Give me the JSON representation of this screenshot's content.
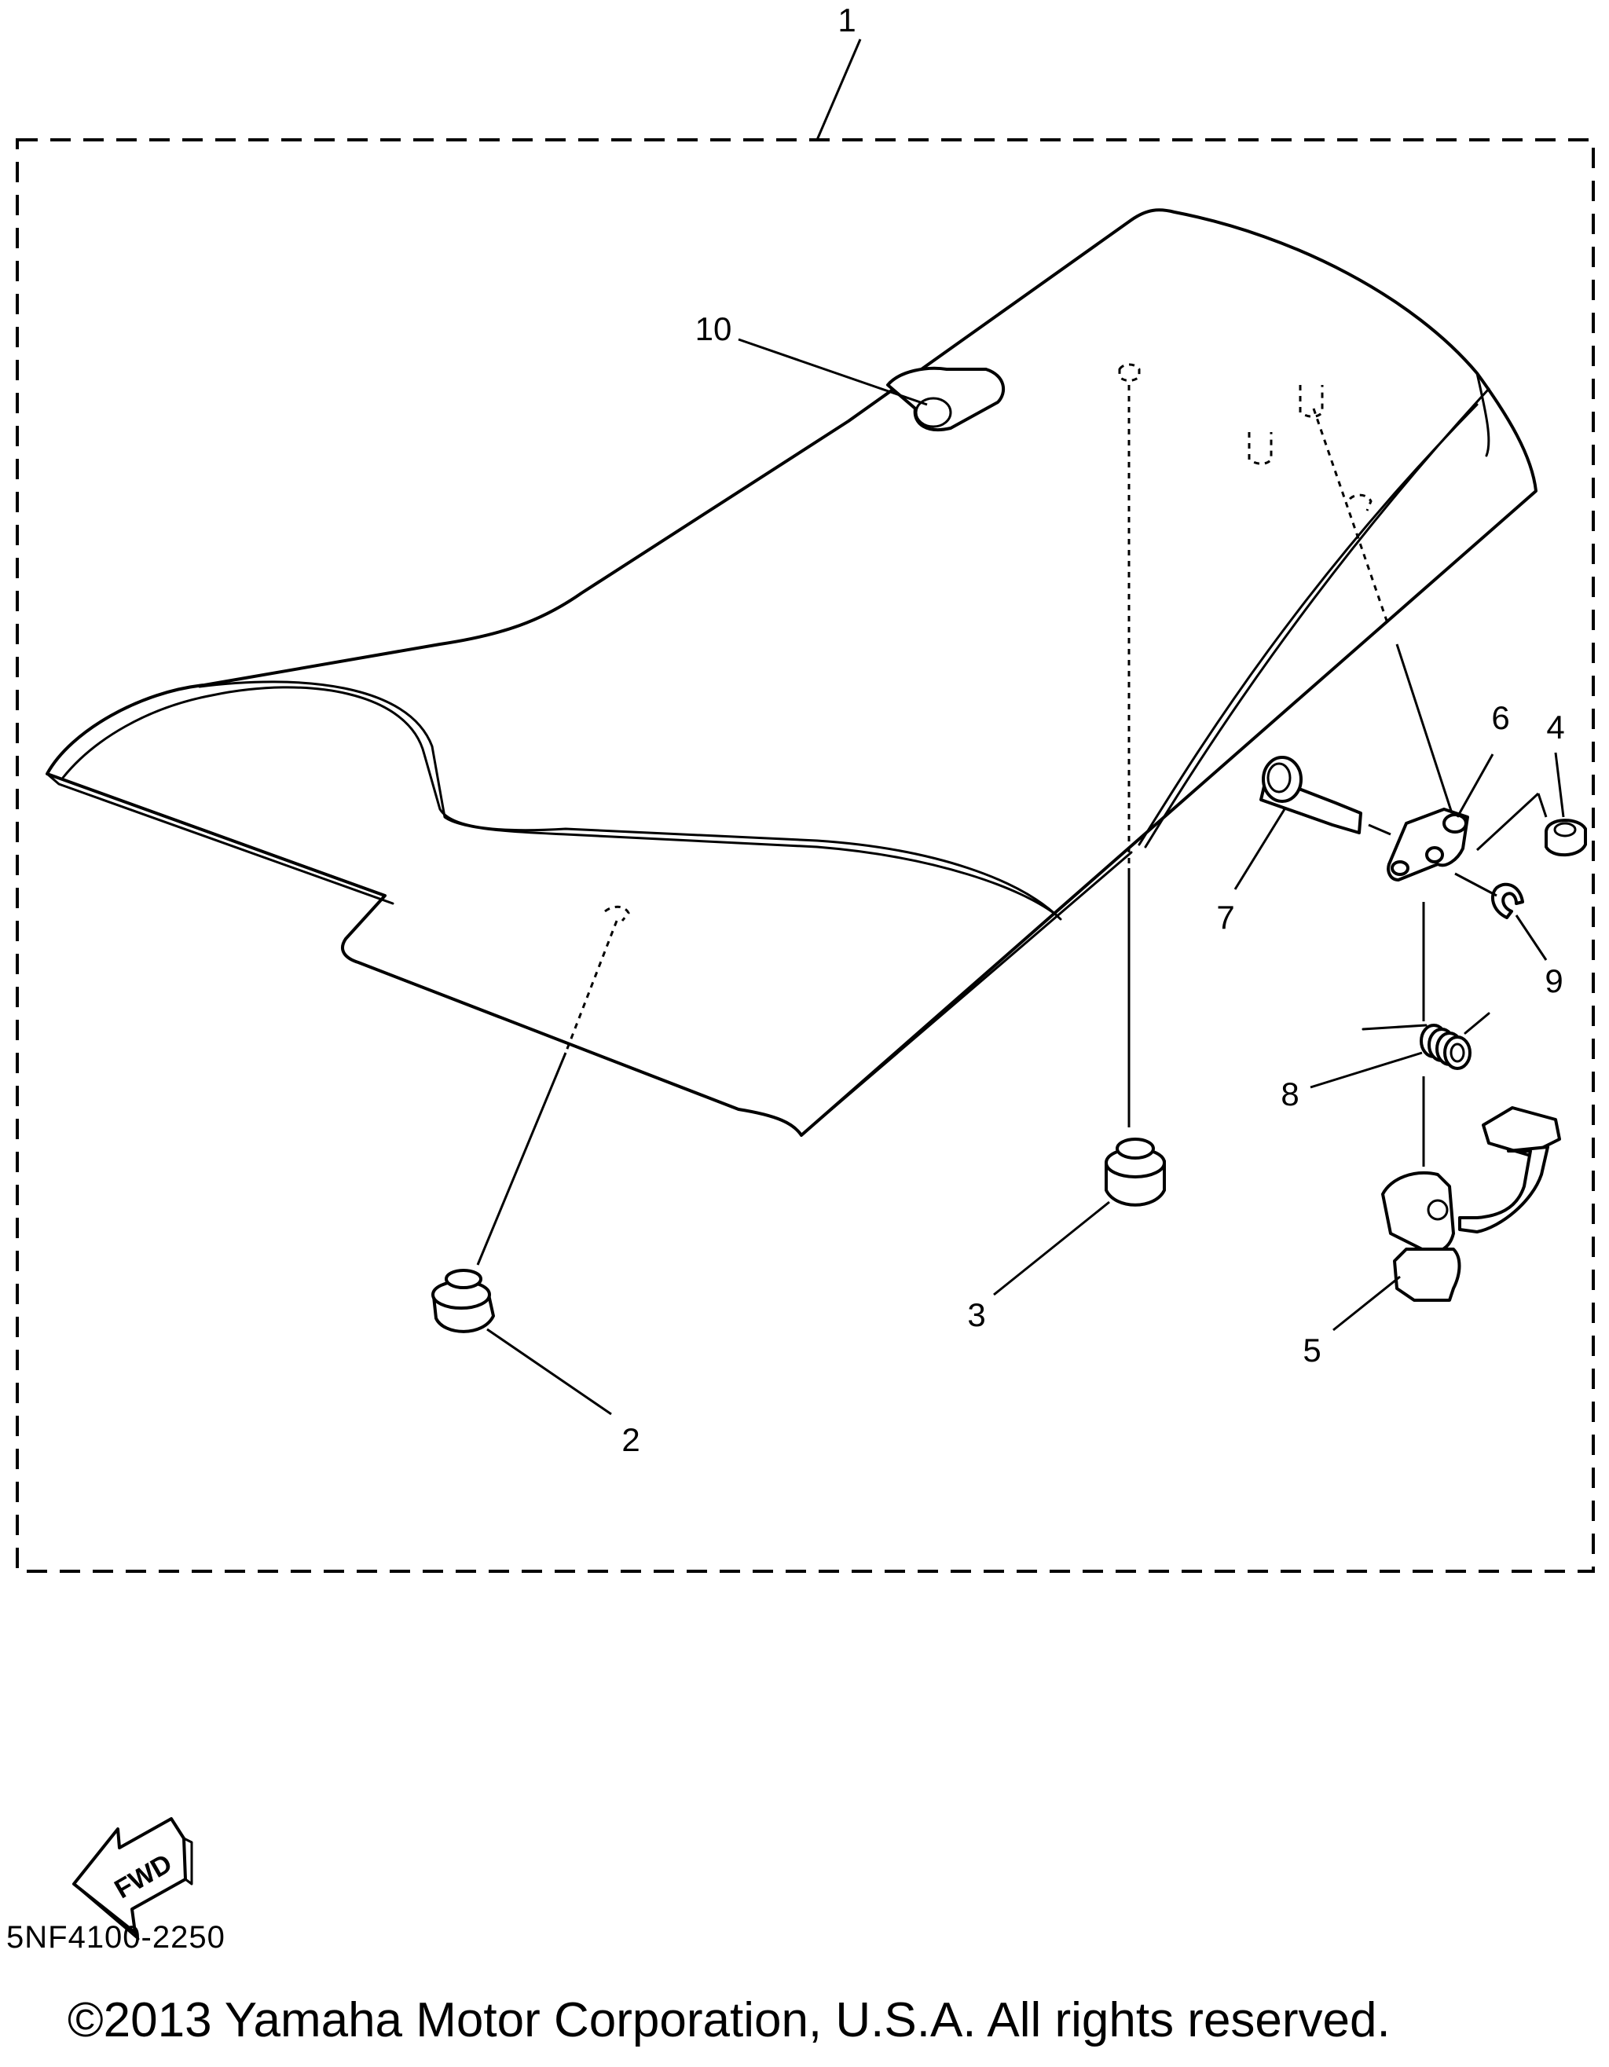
{
  "callouts": [
    "1",
    "2",
    "3",
    "4",
    "5",
    "6",
    "7",
    "8",
    "9",
    "10"
  ],
  "fwd_label": "FWD",
  "part_code": "5NF4100-2250",
  "copyright": "©2013 Yamaha Motor Corporation, U.S.A. All rights reserved."
}
